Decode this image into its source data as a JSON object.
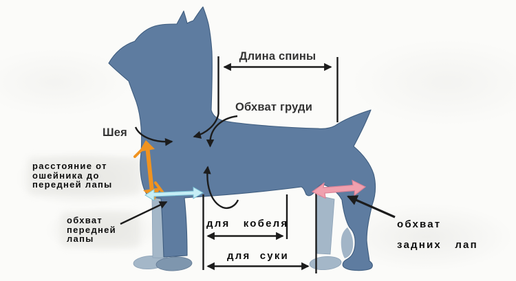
{
  "diagram_title": "dog-measurement-diagram",
  "labels": {
    "neck": "Шея",
    "back_length": "Длина спины",
    "chest_girth": "Обхват груди",
    "collar_distance": {
      "line1": "расстояние от",
      "line2": "ошейника до",
      "line3": "передней лапы"
    },
    "front_paw": {
      "line1": "обхват",
      "line2": "передней",
      "line3": "лапы"
    },
    "male_length": "для кобеля",
    "female_length": "для суки",
    "hind_paw": {
      "line1": "обхват",
      "line2": "задних лап"
    }
  },
  "colors": {
    "dog_body": "#5e7ca0",
    "dog_far_limbs": "#a4b7c8",
    "dog_near_paw": "#7e96ae",
    "arrow_orange": "#f09320",
    "arrow_cyan": "#c6eef6",
    "arrow_pink": "#f0a0ae",
    "line_black": "#1c1c1c"
  }
}
